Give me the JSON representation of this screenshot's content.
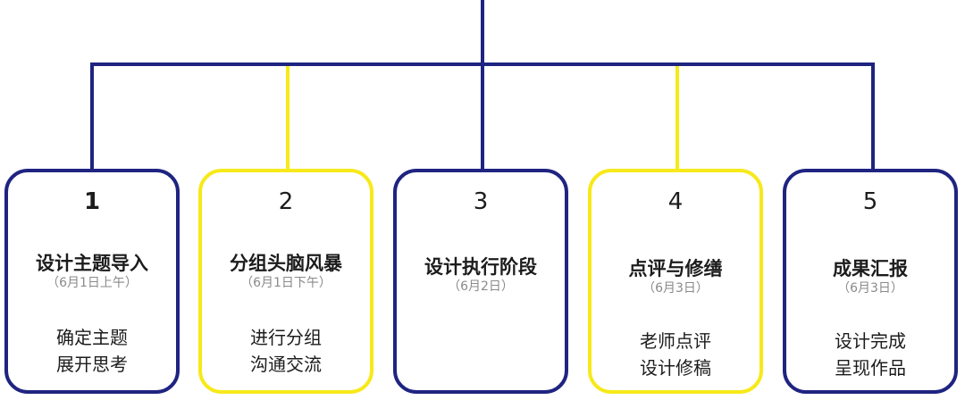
{
  "colors": {
    "navy": "#1f2481",
    "yellow": "#f7e91a"
  },
  "cards": [
    {
      "number": "1",
      "title": "设计主题导入",
      "date": "（6月1日上午）",
      "lines": [
        "确定主题",
        "展开思考"
      ],
      "border": "navy"
    },
    {
      "number": "2",
      "title": "分组头脑风暴",
      "date": "（6月1日下午）",
      "lines": [
        "进行分组",
        "沟通交流"
      ],
      "border": "yellow"
    },
    {
      "number": "3",
      "title": "设计执行阶段",
      "date": "（6月2日）",
      "lines": [],
      "border": "navy"
    },
    {
      "number": "4",
      "title": "点评与修缮",
      "date": "（6月3日）",
      "lines": [
        "老师点评",
        "设计修稿"
      ],
      "border": "yellow"
    },
    {
      "number": "5",
      "title": "成果汇报",
      "date": "（6月3日）",
      "lines": [
        "设计完成",
        "呈现作品"
      ],
      "border": "navy"
    }
  ]
}
